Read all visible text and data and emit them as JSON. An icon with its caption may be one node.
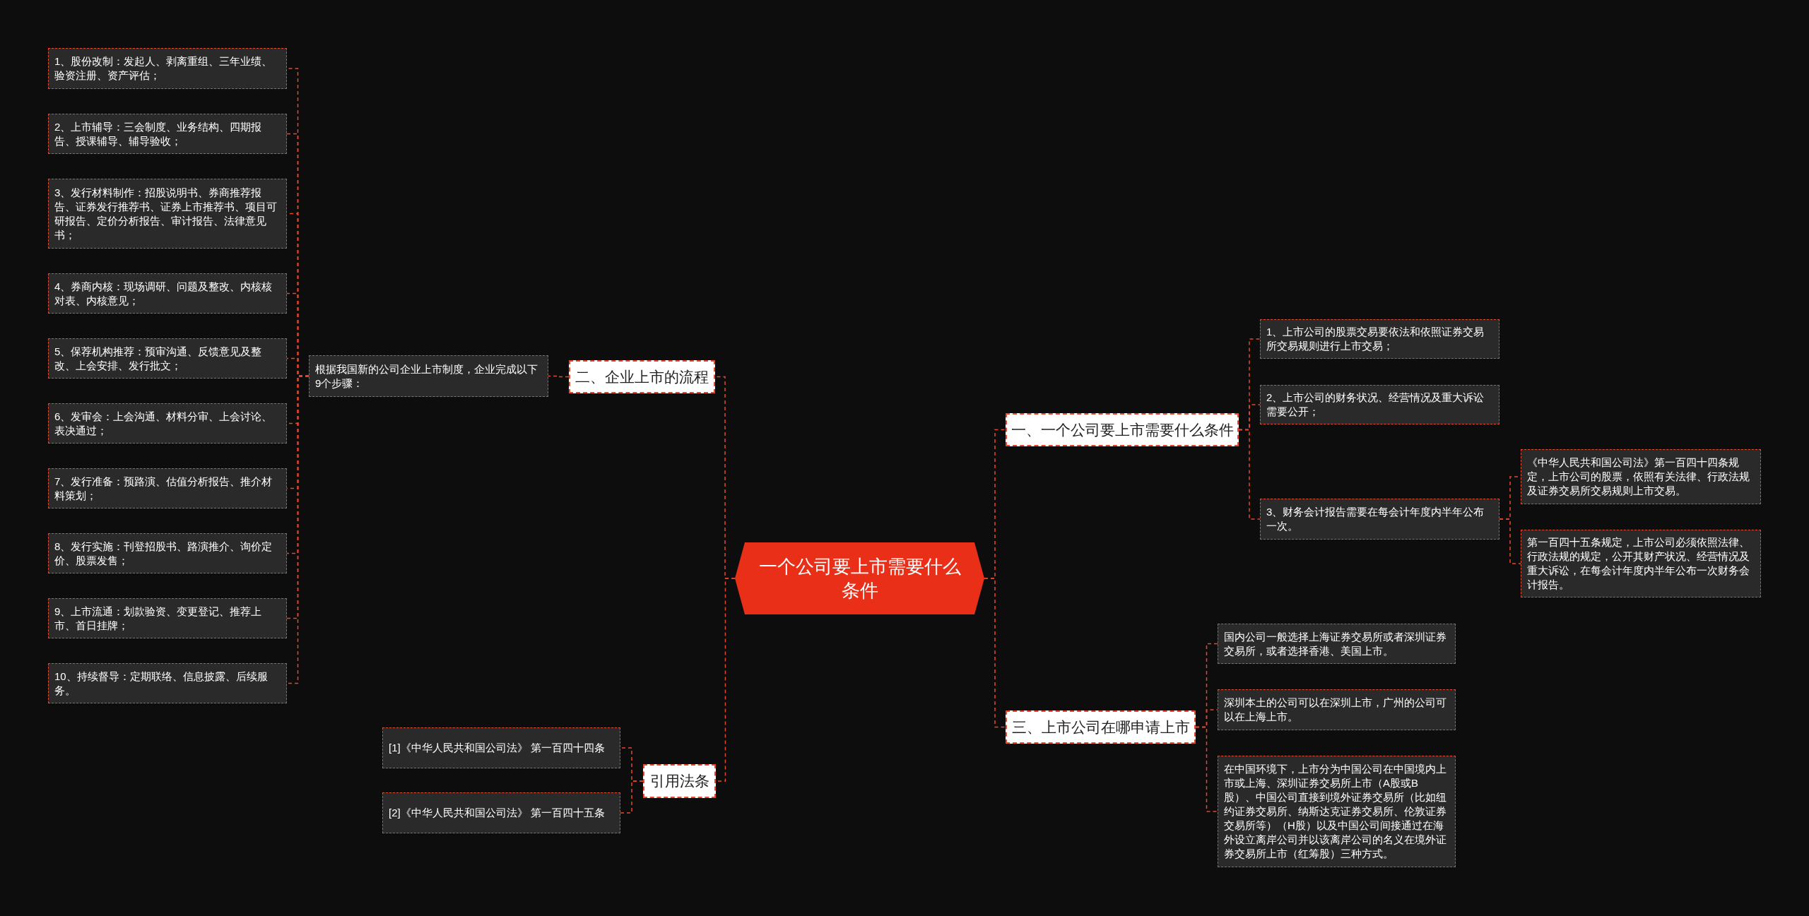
{
  "diagram": {
    "nodes": [
      {
        "text": [
          "一个公司要上市需要什么条件"
        ]
      },
      {
        "text": [
          "一、一个公司要上市需要什么条件"
        ]
      },
      {
        "text": [
          "1、上市公司的股票交易要依法和依照证券交易所交易规则进行上市交易；"
        ]
      },
      {
        "text": [
          "2、上市公司的财务状况、经营情况及重大诉讼需要公开；"
        ]
      },
      {
        "text": [
          "3、财务会计报告需要在每会计年度内半年公布一次。"
        ]
      },
      {
        "text": [
          "《中华人民共和国公司法》第一百四十四条规定，上市公司的股票，依照有关法律、行政法规及证券交易所交易规则上市交易。"
        ]
      },
      {
        "text": [
          "第一百四十五条规定，上市公司必须依照法律、行政法规的规定，公开其财产状况、经营情况及重大诉讼，在每会计年度内半年公布一次财务会计报告。"
        ]
      },
      {
        "text": [
          "二、企业上市的流程"
        ]
      },
      {
        "text": [
          "根据我国新的公司企业上市制度，企业完成以下9个步骤："
        ]
      },
      {
        "text": [
          "1、股份改制：发起人、剥离重组、三年业绩、验资注册、资产评估；"
        ]
      },
      {
        "text": [
          "2、上市辅导：三会制度、业务结构、四期报告、授课辅导、辅导验收；"
        ]
      },
      {
        "text": [
          "3、发行材料制作：招股说明书、券商推荐报告、证券发行推荐书、证券上市推荐书、项目可研报告、定价分析报告、审计报告、法律意见书；"
        ]
      },
      {
        "text": [
          "4、券商内核：现场调研、问题及整改、内核核对表、内核意见；"
        ]
      },
      {
        "text": [
          "5、保荐机构推荐：预审沟通、反馈意见及整改、上会安排、发行批文；"
        ]
      },
      {
        "text": [
          "6、发审会：上会沟通、材料分审、上会讨论、表决通过；"
        ]
      },
      {
        "text": [
          "7、发行准备：预路演、估值分析报告、推介材料策划；"
        ]
      },
      {
        "text": [
          "8、发行实施：刊登招股书、路演推介、询价定价、股票发售；"
        ]
      },
      {
        "text": [
          "9、上市流通：划款验资、变更登记、推荐上市、首日挂牌；"
        ]
      },
      {
        "text": [
          "10、持续督导：定期联络、信息披露、后续服务。"
        ]
      },
      {
        "text": [
          "三、上市公司在哪申请上市"
        ]
      },
      {
        "text": [
          "国内公司一般选择上海证券交易所或者深圳证券交易所，或者选择香港、美国上市。"
        ]
      },
      {
        "text": [
          "深圳本土的公司可以在深圳上市，广州的公司可以在上海上市。"
        ]
      },
      {
        "text": [
          "在中国环境下，上市分为中国公司在中国境内上市或上海、深圳证券交易所上市（A股或B股）、中国公司直接到境外证券交易所（比如纽约证券交易所、纳斯达克证券交易所、伦敦证券交易所等）（H股）以及中国公司间接通过在海外设立离岸公司并以该离岸公司的名义在境外证券交易所上市（红筹股）三种方式。"
        ]
      },
      {
        "text": [
          "引用法条"
        ]
      },
      {
        "text": [
          "[1]《中华人民共和国公司法》 第一百四十四条"
        ]
      },
      {
        "text": [
          "[2]《中华人民共和国公司法》 第一百四十五条"
        ]
      }
    ],
    "edges": [
      {
        "from": 0,
        "to": 1,
        "arrow": "none"
      },
      {
        "from": 1,
        "to": 2,
        "arrow": "none"
      },
      {
        "from": 1,
        "to": 3,
        "arrow": "none"
      },
      {
        "from": 1,
        "to": 4,
        "arrow": "none"
      },
      {
        "from": 4,
        "to": 5,
        "arrow": "none"
      },
      {
        "from": 4,
        "to": 6,
        "arrow": "none"
      },
      {
        "from": 0,
        "to": 7,
        "arrow": "none"
      },
      {
        "from": 7,
        "to": 8,
        "arrow": "none"
      },
      {
        "from": 8,
        "to": 9,
        "arrow": "none"
      },
      {
        "from": 8,
        "to": 10,
        "arrow": "none"
      },
      {
        "from": 8,
        "to": 11,
        "arrow": "none"
      },
      {
        "from": 8,
        "to": 12,
        "arrow": "none"
      },
      {
        "from": 8,
        "to": 13,
        "arrow": "none"
      },
      {
        "from": 8,
        "to": 14,
        "arrow": "none"
      },
      {
        "from": 8,
        "to": 15,
        "arrow": "none"
      },
      {
        "from": 8,
        "to": 16,
        "arrow": "none"
      },
      {
        "from": 8,
        "to": 17,
        "arrow": "none"
      },
      {
        "from": 8,
        "to": 18,
        "arrow": "none"
      },
      {
        "from": 0,
        "to": 19,
        "arrow": "none"
      },
      {
        "from": 19,
        "to": 20,
        "arrow": "none"
      },
      {
        "from": 19,
        "to": 21,
        "arrow": "none"
      },
      {
        "from": 19,
        "to": 22,
        "arrow": "none"
      },
      {
        "from": 0,
        "to": 23,
        "arrow": "none"
      },
      {
        "from": 23,
        "to": 24,
        "arrow": "none"
      },
      {
        "from": 23,
        "to": 25,
        "arrow": "none"
      }
    ]
  }
}
